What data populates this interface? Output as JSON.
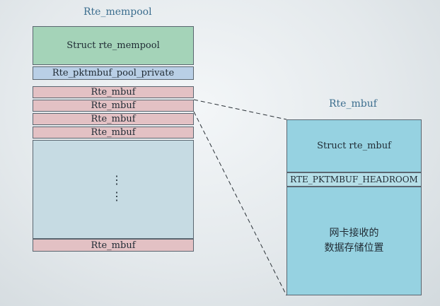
{
  "mempool": {
    "title": "Rte_mempool",
    "header_label": "Struct rte_mempool",
    "private_label": "Rte_pktmbuf_pool_private",
    "rows": [
      "Rte_mbuf",
      "Rte_mbuf",
      "Rte_mbuf",
      "Rte_mbuf"
    ],
    "ellipsis": [
      "⋮",
      "⋮"
    ],
    "last_row": "Rte_mbuf"
  },
  "mbuf": {
    "title": "Rte_mbuf",
    "header_label": "Struct rte_mbuf",
    "headroom_label": "RTE_PKTMBUF_HEADROOM",
    "data_line1": "网卡接收的",
    "data_line2": "数据存储位置"
  },
  "colors": {
    "title_text": "#3c6e8e",
    "mempool_header": "#a4d3b8",
    "private_block": "#b9cfe6",
    "mbuf_rows": "#e3c1c4",
    "mempool_body": "#c6dbe3",
    "mbuf_header": "#96d2e1",
    "headroom": "#b6dfe8",
    "outline": "#5a6670"
  }
}
